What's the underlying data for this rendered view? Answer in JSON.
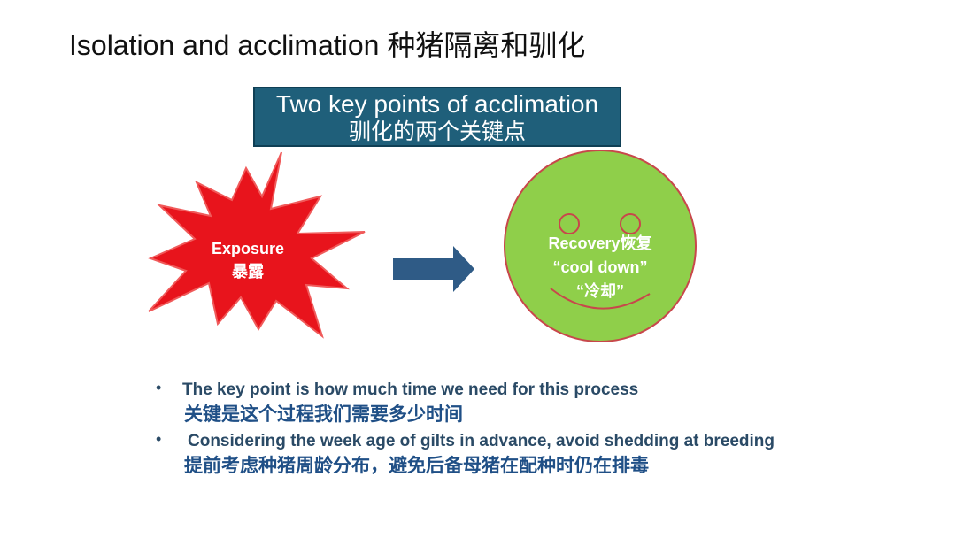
{
  "slide": {
    "title": "Isolation and acclimation 种猪隔离和驯化",
    "key_box": {
      "line1": "Two key points of acclimation",
      "line2": "驯化的两个关键点"
    },
    "exposure": {
      "line1": "Exposure",
      "line2": "暴露"
    },
    "recovery": {
      "line1": "Recovery恢复",
      "line2": "“cool down”",
      "line3": "“冷却”"
    },
    "bullets": [
      {
        "marker": "•",
        "en": "The key point is how much time we need for this process",
        "zh": "关键是这个过程我们需要多少时间"
      },
      {
        "marker": "•",
        "en": "Considering the week age of gilts in advance, avoid shedding at breeding",
        "zh": "提前考虑种猪周龄分布，避免后备母猪在配种时仍在排毒"
      }
    ]
  },
  "colors": {
    "burst_fill": "#e8141c",
    "burst_stroke": "#f05a5a",
    "face_fill": "#8fcf4a",
    "face_stroke": "#c8474b",
    "arrow_fill": "#2f5b86",
    "box_fill": "#1f5f7a",
    "bullet_text": "#2a4a66"
  }
}
